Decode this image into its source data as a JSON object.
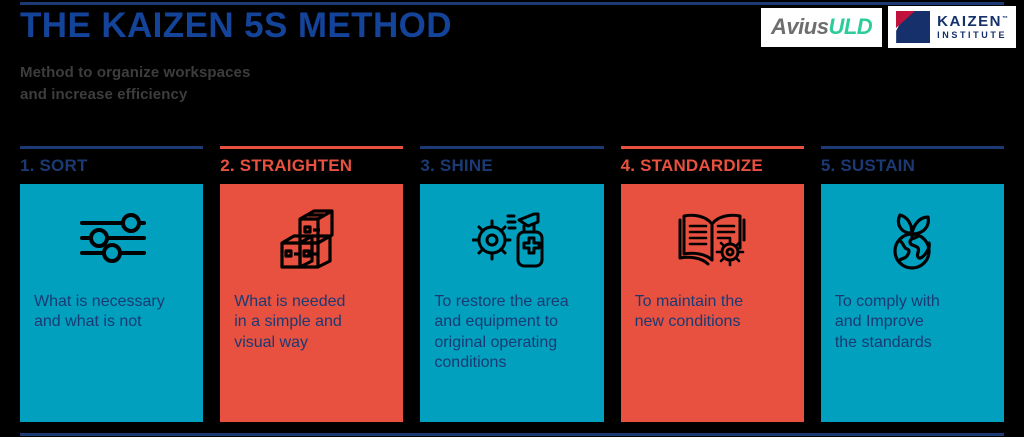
{
  "header": {
    "title": "THE KAIZEN 5S METHOD",
    "subtitle_line1": "Method to organize workspaces",
    "subtitle_line2": "and increase efficiency",
    "title_color": "#14439a",
    "subtitle_color": "#3d3d3d"
  },
  "logos": {
    "avius": {
      "part1": "Avius",
      "part2": "ULD",
      "part1_color": "#6e6e6e",
      "part2_color": "#2ecc9b"
    },
    "kaizen": {
      "name": "KAIZEN",
      "trademark": "™",
      "institute": "INSTITUTE",
      "navy": "#15306b",
      "red": "#c0123c"
    }
  },
  "palette": {
    "teal": "#00a0be",
    "red": "#e8503f",
    "navy": "#1b3a73",
    "rule_navy": "#1b3a73"
  },
  "columns": [
    {
      "label": "1. SORT",
      "icon": "sliders-icon",
      "text_lines": [
        "What is necessary",
        "and what is not"
      ],
      "variant": "teal"
    },
    {
      "label": "2. STRAIGHTEN",
      "icon": "stacked-boxes-icon",
      "text_lines": [
        "What is needed",
        "in a simple and",
        "visual way"
      ],
      "variant": "red"
    },
    {
      "label": "3. SHINE",
      "icon": "spray-bottle-germ-icon",
      "text_lines": [
        "To restore the area",
        "and equipment to",
        "original operating",
        "conditions"
      ],
      "variant": "teal"
    },
    {
      "label": "4. STANDARDIZE",
      "icon": "book-gear-icon",
      "text_lines": [
        "To maintain the",
        "new conditions"
      ],
      "variant": "red"
    },
    {
      "label": "5. SUSTAIN",
      "icon": "globe-sprout-icon",
      "text_lines": [
        "To comply with",
        "and Improve",
        "the standards"
      ],
      "variant": "teal"
    }
  ]
}
